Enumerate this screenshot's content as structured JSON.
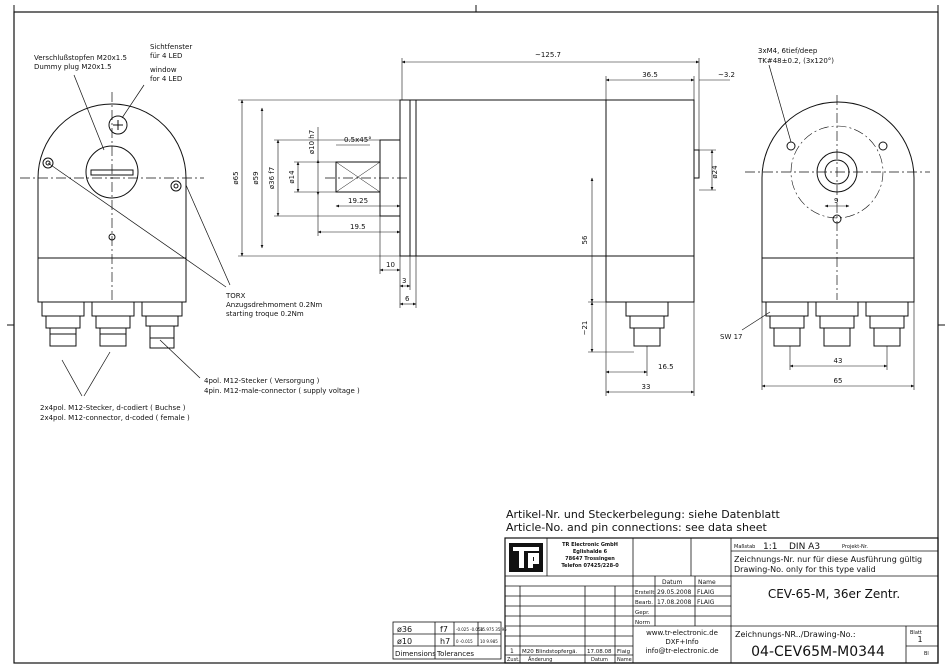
{
  "front_view": {
    "plug_de": "Verschlußstopfen M20x1.5",
    "plug_en": "Dummy plug M20x1.5",
    "window_de_1": "Sichtfenster",
    "window_de_2": "für 4 LED",
    "window_en_1": "window",
    "window_en_2": "for 4 LED",
    "torx_1": "TORX",
    "torx_2": "Anzugsdrehmoment 0.2Nm",
    "torx_3": "starting troque 0.2Nm",
    "m12_supply_de": "4pol. M12-Stecker ( Versorgung )",
    "m12_supply_en": "4pin. M12-male-connector ( supply voltage )",
    "m12_bus_de": "2x4pol. M12-Stecker, d-codiert ( Buchse )",
    "m12_bus_en": "2x4pol. M12-connector, d-coded ( female )"
  },
  "side_view": {
    "dim_total": "~125.7",
    "dim_36_5": "36.5",
    "dim_3_2": "~3.2",
    "dim_d65": "ø65",
    "dim_d59": "ø59",
    "dim_d36": "ø36 f7",
    "dim_d14": "ø14",
    "dim_d10": "ø10 h7",
    "dim_chamfer": "0.5x45°",
    "dim_19_25": "19.25",
    "dim_19_5": "19.5",
    "dim_10": "10",
    "dim_3": "3",
    "dim_6": "6",
    "dim_d24": "ø24",
    "dim_56": "56",
    "dim_21": "~21",
    "dim_16_5": "16.5",
    "dim_33": "33"
  },
  "rear_view": {
    "holes_1": "3xM4, 6tief/deep",
    "holes_2": "TK#48±0.2, (3x120°)",
    "dim_9": "9",
    "sw17": "SW 17",
    "dim_43": "43",
    "dim_65": "65"
  },
  "notes": {
    "line_de": "Artikel-Nr. und Steckerbelegung: siehe Datenblatt",
    "line_en": "Article-No. and pin connections: see data sheet"
  },
  "title_block": {
    "company_1": "TR Electronic GmbH",
    "company_2": "Eglishalde 6",
    "company_3": "78647 Trossingen",
    "company_4": "Telefon 07425/228-0",
    "scale_label": "Maßstab",
    "scale": "1:1",
    "format": "DIN A3",
    "project_label": "Projekt-Nr.",
    "valid_de": "Zeichnungs-Nr. nur für diese Ausführung gültig",
    "valid_en": "Drawing-No. only for this type valid",
    "col_date": "Datum",
    "col_name": "Name",
    "row_created": "Erstellt",
    "row_edited": "Bearb.",
    "row_checked": "Gepr.",
    "row_norm": "Norm",
    "created_date": "29.05.2008",
    "created_name": "FLAIG",
    "edited_date": "17.08.2008",
    "edited_name": "FLAIG",
    "title": "CEV-65-M, 36er Zentr.",
    "web_1": "www.tr-electronic.de",
    "web_2": "DXF+Info",
    "web_3": "info@tr-electronic.de",
    "drawing_no_label": "Zeichnungs-NR../Drawing-No.:",
    "drawing_no": "04-CEV65M-M0344",
    "sheet_label": "Blatt",
    "sheet": "1",
    "sheet_count_label": "Bl",
    "rev_no": "1",
    "rev_change": "M20 Blindstopfergä.",
    "rev_date": "17.08.08",
    "rev_name": "Flaig",
    "rev_h_zust": "Zust.",
    "rev_h_change": "Änderung",
    "rev_h_date": "Datum",
    "rev_h_name": "Name"
  },
  "tolerance_table": {
    "row1_dim": "ø36",
    "row1_fit": "f7",
    "row1_dev": "-0.025 -0.050",
    "row1_lim": "35.975 35.95",
    "row2_dim": "ø10",
    "row2_fit": "h7",
    "row2_dev": "0 -0.015",
    "row2_lim": "10 9.985",
    "h_dim": "Dimensions",
    "h_tol": "Tolerances"
  }
}
